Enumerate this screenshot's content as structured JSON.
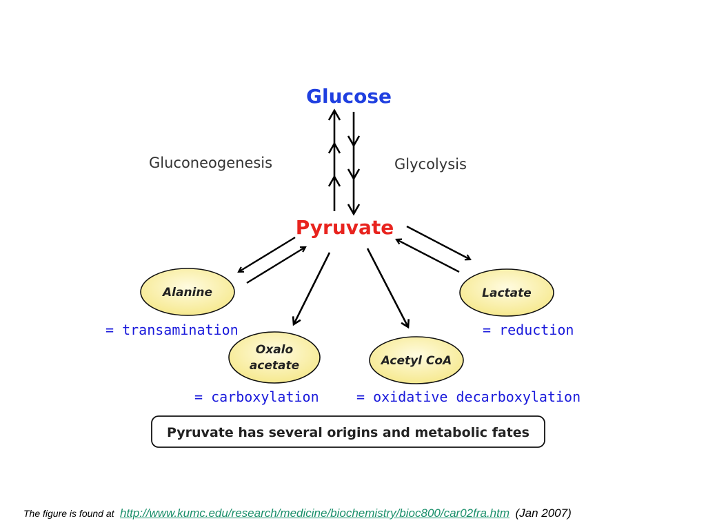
{
  "nodes": {
    "glucose": "Glucose",
    "pyruvate": "Pyruvate",
    "alanine": "Alanine",
    "lactate": "Lactate",
    "oxaloacetate_line1": "Oxalo",
    "oxaloacetate_line2": "acetate",
    "acetyl_coa": "Acetyl CoA"
  },
  "pathways": {
    "gluconeogenesis": "Gluconeogenesis",
    "glycolysis": "Glycolysis"
  },
  "processes": {
    "transamination": "= transamination",
    "reduction": "= reduction",
    "carboxylation": "= carboxylation",
    "oxidative_decarboxylation": "= oxidative decarboxylation"
  },
  "caption": "Pyruvate has several origins and metabolic fates",
  "footer": {
    "prefix": "The figure is found at",
    "link": "http://www.kumc.edu/research/medicine/biochemistry/bioc800/car02fra.htm",
    "suffix": "(Jan 2007)"
  },
  "colors": {
    "glucose": "#1f3fe0",
    "pyruvate": "#e8231e",
    "ellipse_fill": "#fbf1b4",
    "process_text": "#1a1adb",
    "link": "#1a8f6a"
  }
}
